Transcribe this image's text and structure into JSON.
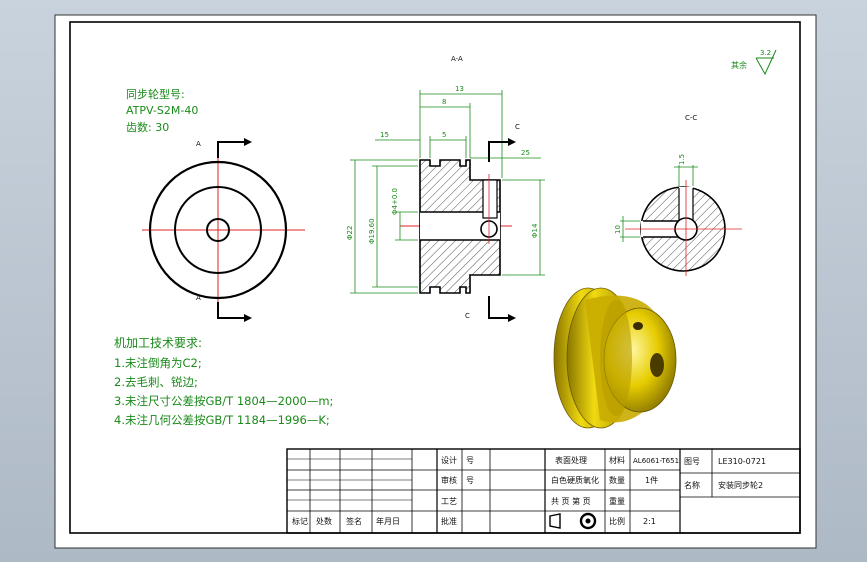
{
  "section_labels": {
    "aa": "A-A",
    "cc": "C-C",
    "a_top": "A",
    "a_bottom": "A",
    "c_top": "C",
    "c_bottom": "C"
  },
  "spec": {
    "line1": "同步轮型号:",
    "line2": "ATPV-S2M-40",
    "line3": "齿数: 30"
  },
  "roughness": {
    "label": "其余",
    "value": "3.2"
  },
  "dims": {
    "d13": "13",
    "d8": "8",
    "d15": "15",
    "d5": "5",
    "d25": "25",
    "dia22": "Φ22",
    "dia1960": "Φ19.60",
    "dia4": "Φ4+0.0",
    "dia14": "Φ14",
    "cc_w": "1.5",
    "cc_h": "10"
  },
  "notes": {
    "title": "机加工技术要求:",
    "items": [
      "1.未注倒角为C2;",
      "2.去毛刺、锐边;",
      "3.未注尺寸公差按GB/T 1804—2000—m;",
      "4.未注几何公差按GB/T 1184—1996—K;"
    ]
  },
  "title_block": {
    "sign_cols": [
      "标记",
      "处数",
      "签名",
      "年月日"
    ],
    "design": "设计",
    "review": "审核",
    "craft": "工艺",
    "approve": "批准",
    "hao1": "号",
    "hao2": "号",
    "surface": "表面处理",
    "surface_val": "白色硬质氧化",
    "material": "材料",
    "material_val": "AL6061-T651",
    "qty": "数量",
    "qty_val": "1件",
    "weight": "重量",
    "scale": "比例",
    "scale_val": "2:1",
    "sheet": "共 页 第 页",
    "drawing_no": "图号",
    "drawing_no_val": "LE310-0721",
    "name": "名称",
    "name_val": "安装同步轮2"
  },
  "colors": {
    "paper": "#ffffff",
    "green": "#1a8a1a",
    "center": "#e02020",
    "gold": "#e8d000"
  }
}
